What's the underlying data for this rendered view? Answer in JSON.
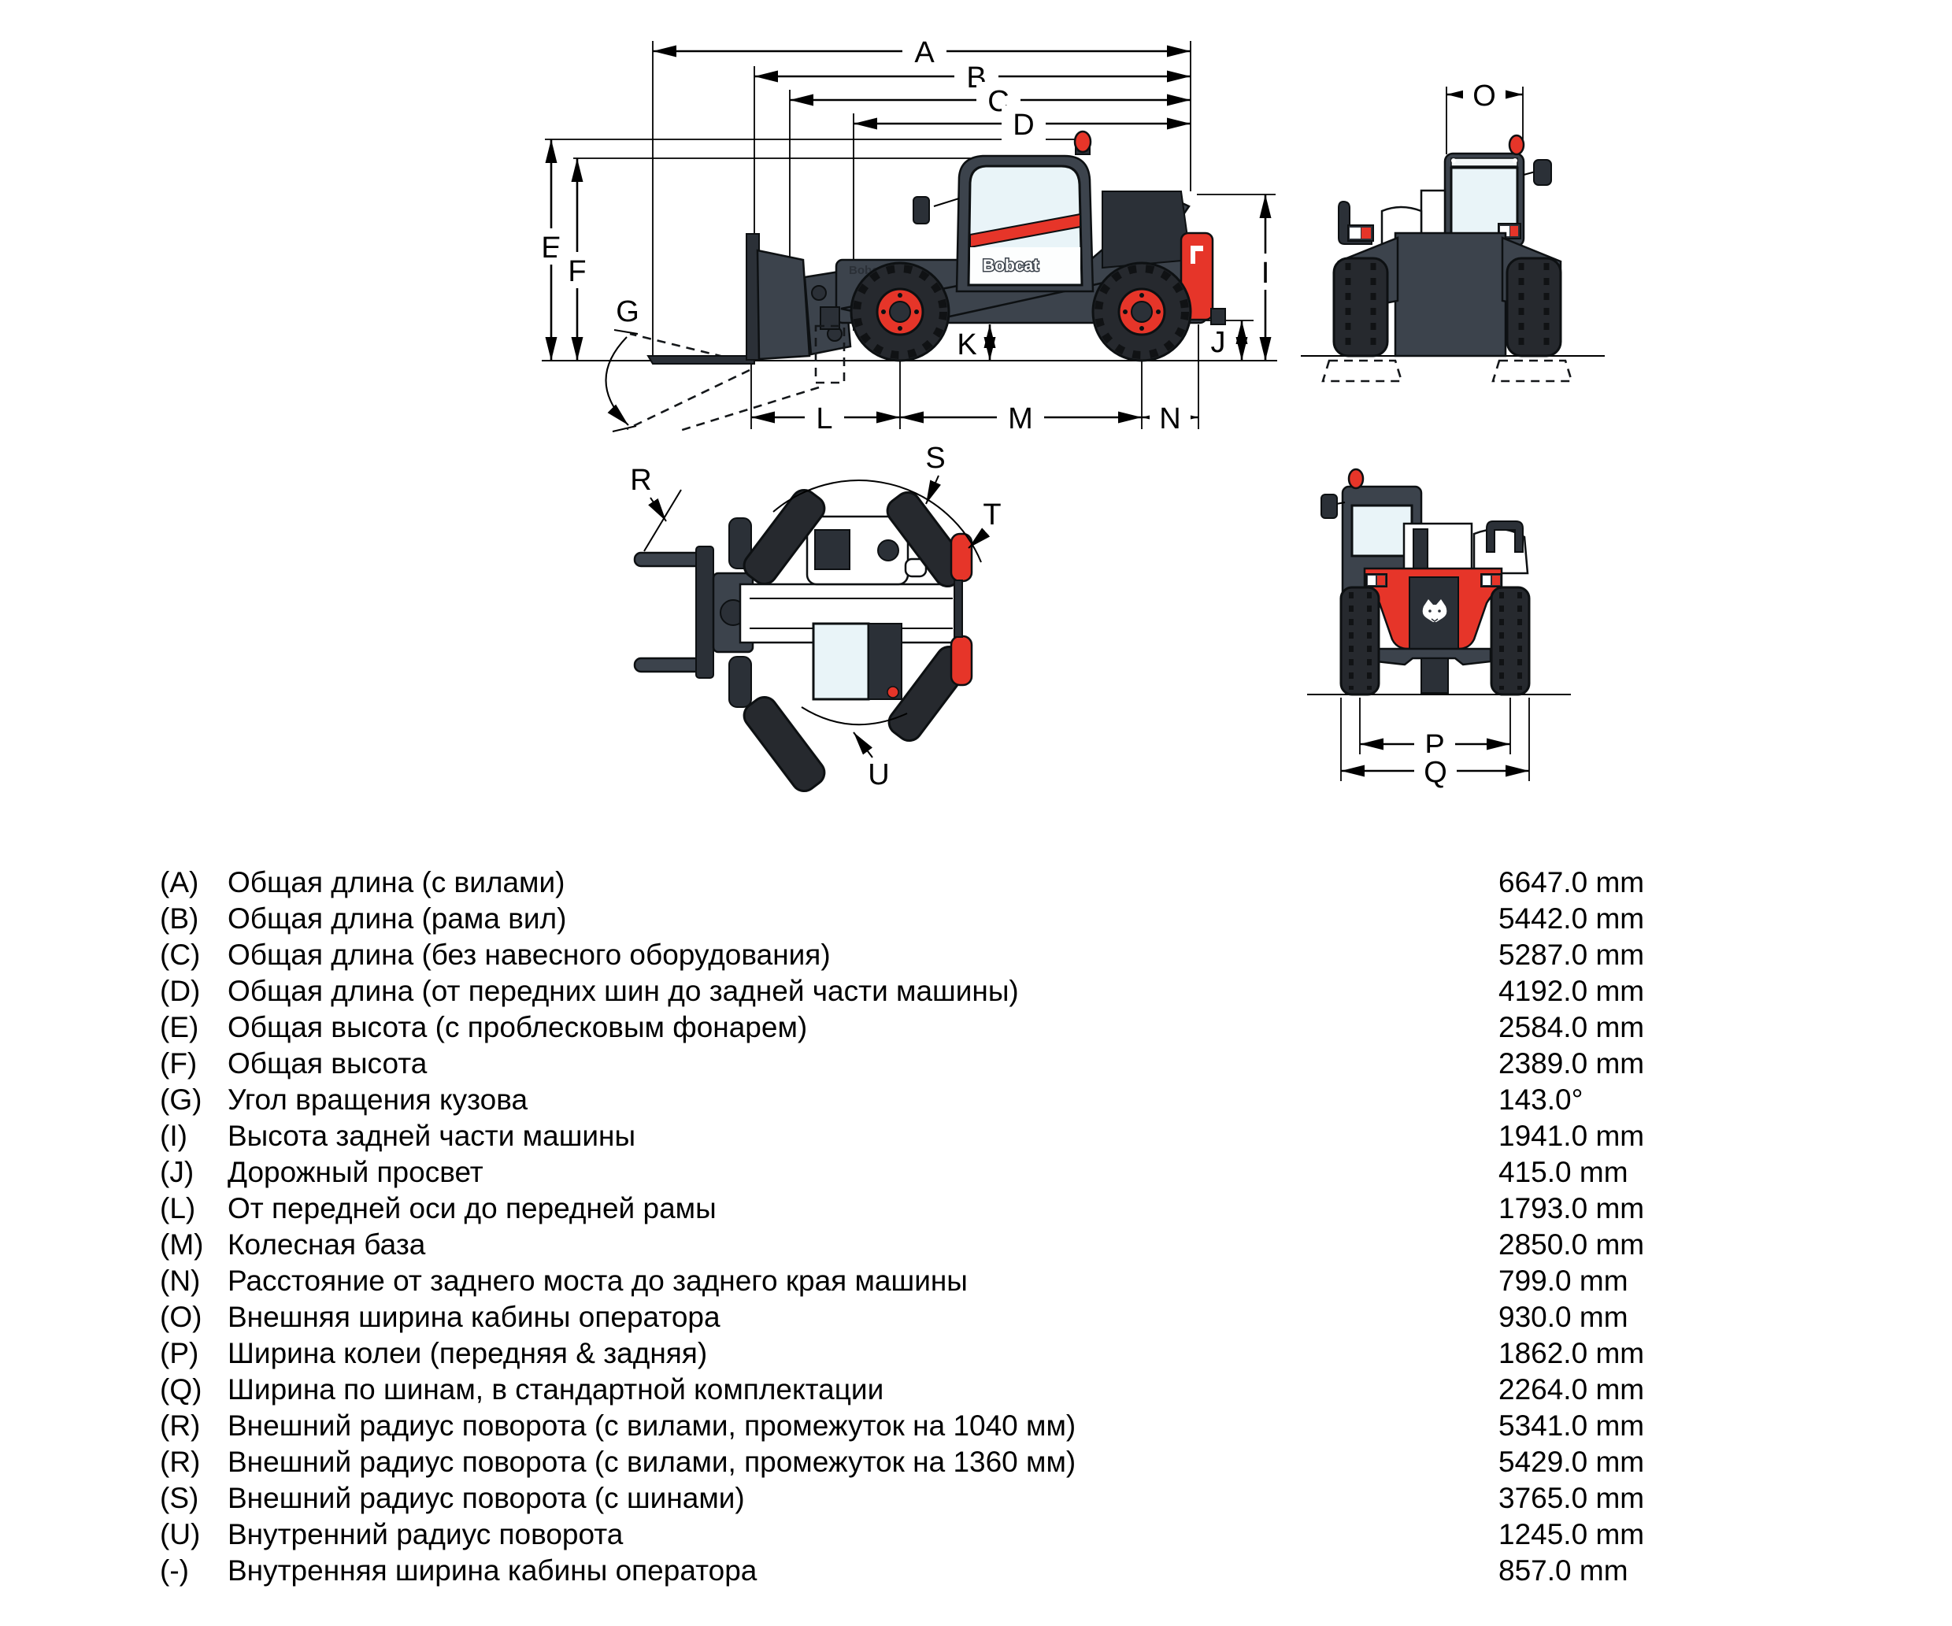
{
  "brand": "Bobcat",
  "colors": {
    "machine_dark": "#3c434c",
    "tire": "#26292e",
    "accent_red": "#e63529",
    "window": "#e9f4f8",
    "line": "#000000"
  },
  "diagram": {
    "side_view": {
      "dims": {
        "A": "A",
        "B": "B",
        "C": "C",
        "D": "D",
        "E": "E",
        "F": "F",
        "G": "G",
        "I": "I",
        "J": "J",
        "K": "K",
        "L": "L",
        "M": "M",
        "N": "N"
      }
    },
    "front_view": {
      "dims": {
        "O": "O"
      }
    },
    "top_view": {
      "dims": {
        "R": "R",
        "S": "S",
        "T": "T",
        "U": "U"
      }
    },
    "rear_view": {
      "dims": {
        "P": "P",
        "Q": "Q"
      }
    }
  },
  "table": {
    "rows": [
      {
        "letter": "(A)",
        "label": "Общая длина (с вилами)",
        "value": "6647.0 mm"
      },
      {
        "letter": "(B)",
        "label": "Общая длина (рама вил)",
        "value": "5442.0 mm"
      },
      {
        "letter": "(C)",
        "label": "Общая длина (без навесного оборудования)",
        "value": "5287.0 mm"
      },
      {
        "letter": "(D)",
        "label": "Общая длина (от передних шин до задней части машины)",
        "value": "4192.0 mm"
      },
      {
        "letter": "(E)",
        "label": "Общая высота (с проблесковым фонарем)",
        "value": "2584.0 mm"
      },
      {
        "letter": "(F)",
        "label": "Общая высота",
        "value": "2389.0 mm"
      },
      {
        "letter": "(G)",
        "label": "Угол вращения кузова",
        "value": "143.0°"
      },
      {
        "letter": "(I)",
        "label": "Высота задней части машины",
        "value": "1941.0 mm"
      },
      {
        "letter": "(J)",
        "label": "Дорожный просвет",
        "value": "415.0 mm"
      },
      {
        "letter": "(L)",
        "label": "От передней оси до передней рамы",
        "value": "1793.0 mm"
      },
      {
        "letter": "(M)",
        "label": "Колесная база",
        "value": "2850.0 mm"
      },
      {
        "letter": "(N)",
        "label": "Расстояние от заднего моста до заднего края машины",
        "value": "799.0 mm"
      },
      {
        "letter": "(O)",
        "label": "Внешняя ширина кабины оператора",
        "value": "930.0 mm"
      },
      {
        "letter": "(P)",
        "label": "Ширина колеи (передняя & задняя)",
        "value": "1862.0 mm"
      },
      {
        "letter": "(Q)",
        "label": "Ширина по шинам, в стандартной комплектации",
        "value": "2264.0 mm"
      },
      {
        "letter": "(R)",
        "label": "Внешний радиус поворота (с вилами, промежуток на 1040 мм)",
        "value": "5341.0 mm"
      },
      {
        "letter": "(R)",
        "label": "Внешний радиус поворота (с вилами, промежуток на 1360 мм)",
        "value": "5429.0 mm"
      },
      {
        "letter": "(S)",
        "label": "Внешний радиус поворота (с шинами)",
        "value": "3765.0 mm"
      },
      {
        "letter": "(U)",
        "label": "Внутренний радиус поворота",
        "value": "1245.0 mm"
      },
      {
        "letter": "(-)",
        "label": "Внутренняя ширина кабины оператора",
        "value": "857.0 mm"
      }
    ]
  }
}
